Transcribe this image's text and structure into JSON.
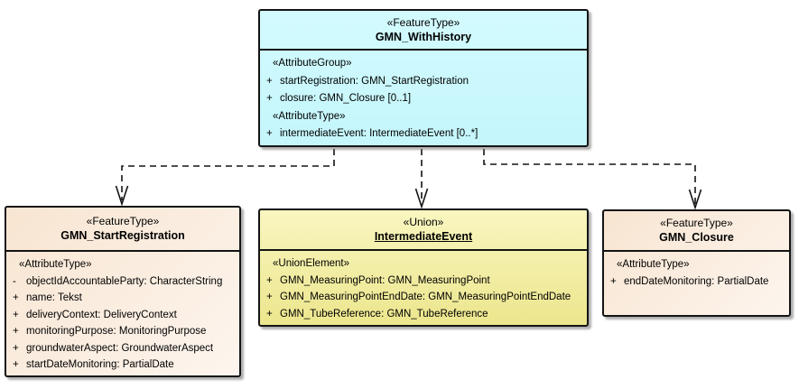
{
  "diagram": {
    "kind": "uml-class-diagram",
    "background": "#ffffff",
    "colors": {
      "border": "#141414",
      "connector": "#141414",
      "featuretype_top_fill": "#c9f8fc",
      "union_fill": "#f2eda1",
      "featuretype_side_fill": "#f9e9da"
    }
  },
  "boxes": {
    "withHistory": {
      "stereotype": "«FeatureType»",
      "name": "GMN_WithHistory",
      "rows": [
        {
          "kind": "stereotype",
          "text": "«AttributeGroup»"
        },
        {
          "kind": "attr",
          "vis": "+",
          "text": "startRegistration: GMN_StartRegistration"
        },
        {
          "kind": "attr",
          "vis": "+",
          "text": "closure: GMN_Closure [0..1]"
        },
        {
          "kind": "stereotype",
          "text": "«AttributeType»"
        },
        {
          "kind": "attr",
          "vis": "+",
          "text": "intermediateEvent: IntermediateEvent [0..*]"
        }
      ]
    },
    "startRegistration": {
      "stereotype": "«FeatureType»",
      "name": "GMN_StartRegistration",
      "rows": [
        {
          "kind": "stereotype",
          "text": "«AttributeType»"
        },
        {
          "kind": "attr",
          "vis": "-",
          "text": "objectIdAccountableParty: CharacterString"
        },
        {
          "kind": "attr",
          "vis": "+",
          "text": "name: Tekst"
        },
        {
          "kind": "attr",
          "vis": "+",
          "text": "deliveryContext: DeliveryContext"
        },
        {
          "kind": "attr",
          "vis": "+",
          "text": "monitoringPurpose: MonitoringPurpose"
        },
        {
          "kind": "attr",
          "vis": "+",
          "text": "groundwaterAspect: GroundwaterAspect"
        },
        {
          "kind": "attr",
          "vis": "+",
          "text": "startDateMonitoring: PartialDate"
        }
      ]
    },
    "intermediateEvent": {
      "stereotype": "«Union»",
      "name": "IntermediateEvent",
      "rows": [
        {
          "kind": "stereotype",
          "text": "«UnionElement»"
        },
        {
          "kind": "attr",
          "vis": "+",
          "text": "GMN_MeasuringPoint: GMN_MeasuringPoint"
        },
        {
          "kind": "attr",
          "vis": "+",
          "text": "GMN_MeasuringPointEndDate: GMN_MeasuringPointEndDate"
        },
        {
          "kind": "attr",
          "vis": "+",
          "text": "GMN_TubeReference: GMN_TubeReference"
        }
      ]
    },
    "closure": {
      "stereotype": "«FeatureType»",
      "name": "GMN_Closure",
      "rows": [
        {
          "kind": "stereotype",
          "text": "«AttributeType»"
        },
        {
          "kind": "attr",
          "vis": "+",
          "text": "endDateMonitoring: PartialDate"
        }
      ]
    }
  },
  "connectors": [
    {
      "from": "GMN_WithHistory",
      "to": "GMN_StartRegistration",
      "line": "dashed",
      "arrow": "open"
    },
    {
      "from": "GMN_WithHistory",
      "to": "IntermediateEvent",
      "line": "dashed",
      "arrow": "open"
    },
    {
      "from": "GMN_WithHistory",
      "to": "GMN_Closure",
      "line": "dashed",
      "arrow": "open"
    }
  ]
}
